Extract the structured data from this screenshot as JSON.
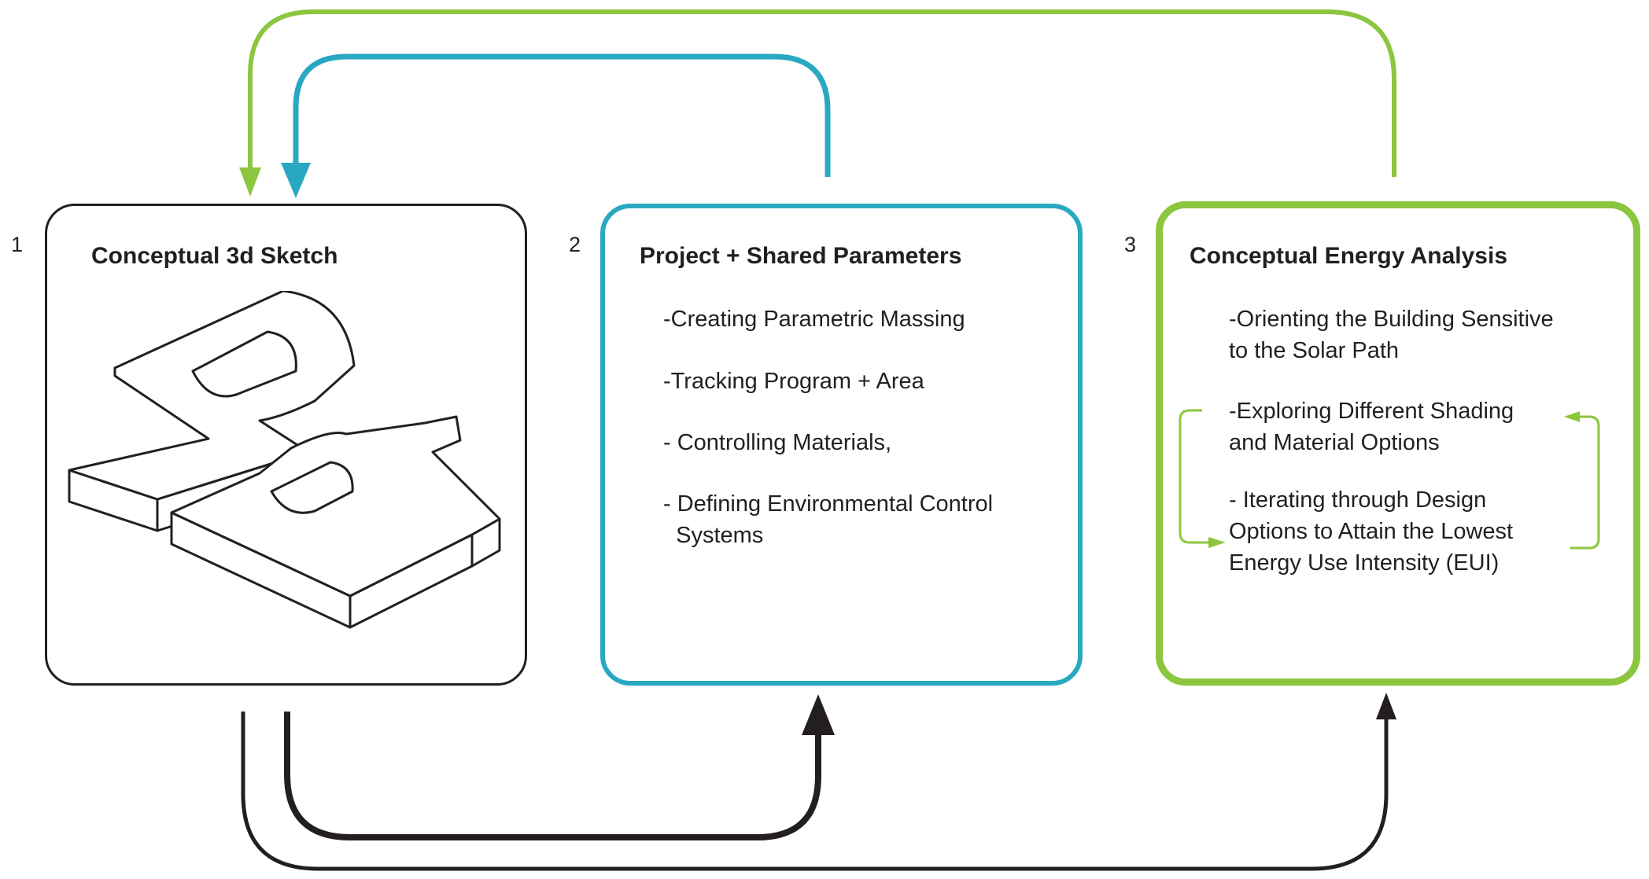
{
  "colors": {
    "black": "#231f20",
    "blue": "#29a8c2",
    "green": "#8cc63f"
  },
  "steps": [
    {
      "number": "1",
      "title": "Conceptual 3d Sketch",
      "illustration": "3d-letter-P-sketch"
    },
    {
      "number": "2",
      "title": "Project + Shared Parameters",
      "items": [
        "-Creating Parametric Massing",
        "-Tracking Program + Area",
        "- Controlling Materials,",
        "- Defining Environmental Control\n  Systems"
      ]
    },
    {
      "number": "3",
      "title": "Conceptual Energy Analysis",
      "items": [
        "-Orienting the Building Sensitive\nto the Solar Path",
        "-Exploring Different Shading\nand Material Options",
        "- Iterating through Design\nOptions to Attain the Lowest\nEnergy Use Intensity (EUI)"
      ]
    }
  ]
}
